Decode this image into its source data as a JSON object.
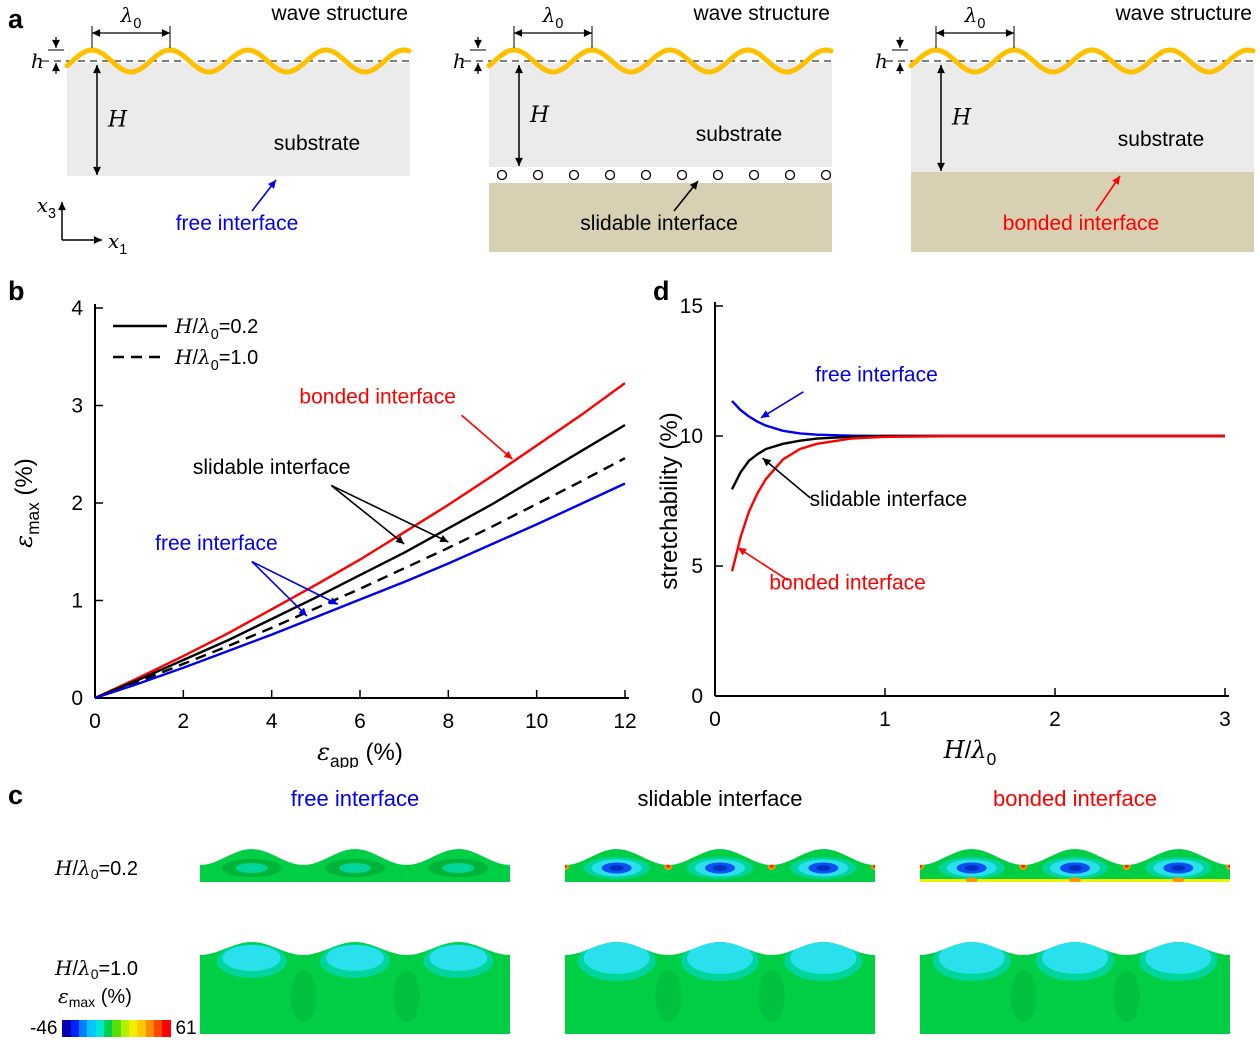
{
  "colors": {
    "free": "#0000EE",
    "slidable": "#000000",
    "bonded": "#FF0000",
    "wave": "#FFC000",
    "substrate": "#EBEBEB",
    "base": "#D8D0B2",
    "contour": {
      "green": "#00CE45",
      "green_dark": "#00B43A",
      "teal": "#00D59B",
      "cyan": "#29E0EC",
      "blue": "#0A50F0",
      "blue_dark": "#0030C0",
      "yellow": "#F5F200",
      "orange": "#FF9400",
      "red": "#FF2800"
    }
  },
  "panels": {
    "a": {
      "label": "a",
      "wave_structure_label": "wave structure",
      "substrate_label": "substrate",
      "labels": {
        "lambda": [
          {
            "t": "λ",
            "it": true
          },
          {
            "t": "0",
            "sub": true
          }
        ],
        "h": [
          {
            "t": "h",
            "it": true
          }
        ],
        "H": [
          {
            "t": "H",
            "it": true
          }
        ],
        "x3": [
          {
            "t": "x",
            "it": true
          },
          {
            "t": "3",
            "sub": true
          }
        ],
        "x1": [
          {
            "t": "x",
            "it": true
          },
          {
            "t": "1",
            "sub": true
          }
        ]
      },
      "schematics": [
        {
          "type": "free",
          "interface_label": "free interface",
          "color_key": "free",
          "has_axes": true
        },
        {
          "type": "slidable",
          "interface_label": "slidable interface",
          "color_key": "slidable",
          "has_axes": false
        },
        {
          "type": "bonded",
          "interface_label": "bonded interface",
          "color_key": "bonded",
          "has_axes": false
        }
      ]
    },
    "b": {
      "label": "b"
    },
    "d": {
      "label": "d"
    },
    "c": {
      "label": "c",
      "columns": [
        {
          "text": "free interface",
          "color_key": "free"
        },
        {
          "text": "slidable interface",
          "color_key": "slidable"
        },
        {
          "text": "bonded interface",
          "color_key": "bonded"
        }
      ],
      "rows": [
        {
          "label": "H/λ0=0.2",
          "variant": "thin",
          "label_parts": [
            {
              "t": "H",
              "it": true
            },
            {
              "t": "/"
            },
            {
              "t": "λ",
              "it": true
            },
            {
              "t": "0",
              "sub": true
            },
            {
              "t": "=0.2"
            }
          ]
        },
        {
          "label": "H/λ0=1.0",
          "variant": "tall",
          "label_parts": [
            {
              "t": "H",
              "it": true
            },
            {
              "t": "/"
            },
            {
              "t": "λ",
              "it": true
            },
            {
              "t": "0",
              "sub": true
            },
            {
              "t": "=1.0"
            }
          ]
        }
      ],
      "colorbar": {
        "label": "εmax (%)",
        "label_parts": [
          {
            "t": "ε",
            "it": true
          },
          {
            "t": "max",
            "sub": true
          },
          {
            "t": " (%)"
          }
        ],
        "min": "-46",
        "max": "61",
        "stops": [
          "#0000B0",
          "#0020FF",
          "#0080FF",
          "#00C8FF",
          "#00E8D0",
          "#00D050",
          "#55E000",
          "#B0F000",
          "#F0F000",
          "#FFC800",
          "#FF8C00",
          "#FF4600",
          "#FF0000"
        ]
      }
    }
  },
  "chart_data": [
    {
      "id": "b",
      "type": "line",
      "title": "",
      "xlabel": "εapp (%)",
      "ylabel": "εmax (%)",
      "xlabel_parts": [
        {
          "t": "ε",
          "it": true
        },
        {
          "t": "app",
          "sub": true
        },
        {
          "t": " (%)"
        }
      ],
      "ylabel_parts": [
        {
          "t": "ε",
          "it": true
        },
        {
          "t": "max",
          "sub": true
        },
        {
          "t": " (%)"
        }
      ],
      "xlim": [
        0,
        12
      ],
      "ylim": [
        0,
        4
      ],
      "xticks": [
        0,
        2,
        4,
        6,
        8,
        10,
        12
      ],
      "yticks": [
        0,
        1,
        2,
        3,
        4
      ],
      "grid": false,
      "legend_position": "top-left",
      "legend": [
        {
          "label": "H/λ0=0.2",
          "style": "solid",
          "parts": [
            {
              "t": "H",
              "it": true
            },
            {
              "t": "/"
            },
            {
              "t": "λ",
              "it": true
            },
            {
              "t": "0",
              "sub": true
            },
            {
              "t": "=0.2"
            }
          ]
        },
        {
          "label": "H/λ0=1.0",
          "style": "dashed",
          "parts": [
            {
              "t": "H",
              "it": true
            },
            {
              "t": "/"
            },
            {
              "t": "λ",
              "it": true
            },
            {
              "t": "0",
              "sub": true
            },
            {
              "t": "=1.0"
            }
          ]
        }
      ],
      "series": [
        {
          "name": "bonded-interface-H/λ0=0.2",
          "color_key": "bonded",
          "style": "solid",
          "x": [
            0,
            1,
            2,
            3,
            4,
            5,
            6,
            7,
            8,
            9,
            10,
            11,
            12
          ],
          "y": [
            0,
            0.21,
            0.43,
            0.66,
            0.91,
            1.16,
            1.42,
            1.7,
            1.98,
            2.28,
            2.59,
            2.9,
            3.23
          ]
        },
        {
          "name": "slidable-interface-H/λ0=0.2",
          "color_key": "slidable",
          "style": "solid",
          "x": [
            0,
            1,
            2,
            3,
            4,
            5,
            6,
            7,
            8,
            9,
            10,
            11,
            12
          ],
          "y": [
            0,
            0.19,
            0.39,
            0.59,
            0.81,
            1.03,
            1.26,
            1.49,
            1.74,
            1.99,
            2.26,
            2.53,
            2.8
          ]
        },
        {
          "name": "all-interfaces-H/λ0=1.0",
          "color_key": "slidable",
          "style": "dashed",
          "x": [
            0,
            1,
            2,
            3,
            4,
            5,
            6,
            7,
            8,
            9,
            10,
            11,
            12
          ],
          "y": [
            0,
            0.17,
            0.35,
            0.53,
            0.72,
            0.92,
            1.12,
            1.33,
            1.54,
            1.76,
            1.99,
            2.22,
            2.46
          ]
        },
        {
          "name": "free-interface-H/λ0=0.2",
          "color_key": "free",
          "style": "solid",
          "x": [
            0,
            1,
            2,
            3,
            4,
            5,
            6,
            7,
            8,
            9,
            10,
            11,
            12
          ],
          "y": [
            0,
            0.15,
            0.31,
            0.48,
            0.65,
            0.83,
            1.01,
            1.19,
            1.38,
            1.58,
            1.78,
            1.99,
            2.2
          ]
        }
      ],
      "annotations": [
        {
          "text": "bonded interface",
          "color_key": "bonded",
          "tx": 6.4,
          "ty": 3.02,
          "arrows": [
            {
              "fx": 8.3,
              "fy": 2.9,
              "x": 9.45,
              "y": 2.45
            }
          ]
        },
        {
          "text": "slidable interface",
          "color_key": "slidable",
          "tx": 4.0,
          "ty": 2.3,
          "arrows": [
            {
              "fx": 5.35,
              "fy": 2.18,
              "x": 7.0,
              "y": 1.58
            },
            {
              "fx": 5.35,
              "fy": 2.18,
              "x": 8.0,
              "y": 1.6
            }
          ]
        },
        {
          "text": "free interface",
          "color_key": "free",
          "tx": 2.75,
          "ty": 1.52,
          "arrows": [
            {
              "fx": 3.55,
              "fy": 1.4,
              "x": 4.8,
              "y": 0.84
            },
            {
              "fx": 3.55,
              "fy": 1.4,
              "x": 5.5,
              "y": 0.96
            }
          ]
        }
      ]
    },
    {
      "id": "d",
      "type": "line",
      "title": "",
      "xlabel": "H/λ0",
      "ylabel": "stretchability (%)",
      "xlabel_parts": [
        {
          "t": "H",
          "it": true
        },
        {
          "t": "/"
        },
        {
          "t": "λ",
          "it": true
        },
        {
          "t": "0",
          "sub": true
        }
      ],
      "ylabel_parts": [
        {
          "t": "stretchability (%)"
        }
      ],
      "xlim": [
        0,
        3
      ],
      "ylim": [
        0,
        15
      ],
      "xticks": [
        0,
        1,
        2,
        3
      ],
      "yticks": [
        0,
        5,
        10,
        15
      ],
      "grid": false,
      "series": [
        {
          "name": "free-interface",
          "color_key": "free",
          "style": "solid",
          "x": [
            0.1,
            0.15,
            0.2,
            0.25,
            0.3,
            0.4,
            0.5,
            0.6,
            0.8,
            1.0,
            1.5,
            2.0,
            3.0
          ],
          "y": [
            11.35,
            11.0,
            10.75,
            10.55,
            10.4,
            10.2,
            10.1,
            10.05,
            10.01,
            10.0,
            10.0,
            10.0,
            10.0
          ]
        },
        {
          "name": "slidable-interface",
          "color_key": "slidable",
          "style": "solid",
          "x": [
            0.1,
            0.15,
            0.2,
            0.25,
            0.3,
            0.4,
            0.5,
            0.6,
            0.8,
            1.0,
            1.5,
            2.0,
            3.0
          ],
          "y": [
            7.95,
            8.6,
            9.05,
            9.3,
            9.5,
            9.7,
            9.82,
            9.9,
            9.97,
            10.0,
            10.0,
            10.0,
            10.0
          ]
        },
        {
          "name": "bonded-interface",
          "color_key": "bonded",
          "style": "solid",
          "x": [
            0.1,
            0.12,
            0.15,
            0.2,
            0.25,
            0.3,
            0.4,
            0.5,
            0.6,
            0.8,
            1.0,
            1.5,
            2.0,
            3.0
          ],
          "y": [
            4.8,
            5.3,
            6.1,
            7.1,
            7.8,
            8.35,
            9.1,
            9.5,
            9.7,
            9.9,
            9.97,
            10.0,
            10.0,
            10.0
          ]
        }
      ],
      "annotations": [
        {
          "text": "free interface",
          "color_key": "free",
          "tx": 0.95,
          "ty": 12.1,
          "arrows": [
            {
              "fx": 0.52,
              "fy": 11.7,
              "x": 0.27,
              "y": 10.7
            }
          ]
        },
        {
          "text": "slidable interface",
          "color_key": "slidable",
          "tx": 1.02,
          "ty": 7.3,
          "arrows": [
            {
              "fx": 0.56,
              "fy": 7.62,
              "x": 0.28,
              "y": 9.15
            }
          ]
        },
        {
          "text": "bonded interface",
          "color_key": "bonded",
          "tx": 0.78,
          "ty": 4.1,
          "arrows": [
            {
              "fx": 0.43,
              "fy": 4.45,
              "x": 0.135,
              "y": 5.7
            }
          ]
        }
      ]
    }
  ]
}
